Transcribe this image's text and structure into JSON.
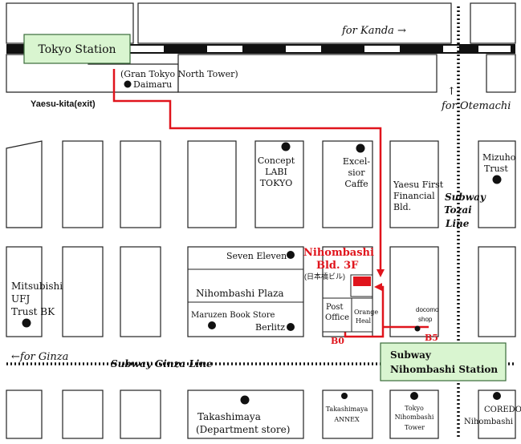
{
  "map": {
    "stations": {
      "tokyo": "Tokyo Station",
      "nihombashi_line1": "Subway",
      "nihombashi_line2": "Nihombashi Station"
    },
    "directions": {
      "kanda": "for Kanda →",
      "otemachi": "for Otemachi",
      "otemachi_arrow": "↑",
      "ginza": "←for Ginza"
    },
    "lines": {
      "tozai_1": "Subway",
      "tozai_2": "Tozai",
      "tozai_3": "Line",
      "ginza": "Subway Ginza  Line"
    },
    "exits": {
      "yaesu_kita": "Yaesu-kita(exit)",
      "b0": "B0",
      "b5": "B5"
    },
    "destination": {
      "name": "Nihombashi",
      "floor": "Bld. 3F",
      "japanese": "(日本橋ビル)"
    },
    "landmarks": {
      "gran_tokyo": "(Gran Tokyo North Tower)",
      "daimaru": "Daimaru",
      "concept_1": "Concept",
      "concept_2": "LABI",
      "concept_3": "TOKYO",
      "excel_1": "Excel-",
      "excel_2": "sior",
      "excel_3": "Caffe",
      "yaesu_1": "Yaesu First",
      "yaesu_2": "Financial",
      "yaesu_3": "Bld.",
      "mizuho_1": "Mizuho",
      "mizuho_2": "Trust",
      "seven": "Seven Eleven",
      "plaza": "Nihombashi Plaza",
      "maruzen": "Maruzen Book Store",
      "berlitz": "Berlitz",
      "mufj_1": "Mitsubishi",
      "mufj_2": "UFJ",
      "mufj_3": "Trust BK",
      "post_1": "Post",
      "post_2": "Office",
      "orange_1": "Orange",
      "orange_2": "Heal",
      "docomo_1": "docomo",
      "docomo_2": "shop",
      "taka_1": "Takashimaya",
      "taka_2": "(Department store)",
      "annex_1": "Takashimaya",
      "annex_2": "ANNEX",
      "tnt_1": "Tokyo",
      "tnt_2": "Nihombashi",
      "tnt_3": "Tower",
      "coredo_1": "COREDO",
      "coredo_2": "Nihombashi"
    },
    "colors": {
      "route": "#e0141c",
      "station_fill": "#d9f5d0",
      "station_border": "#3a6b3a",
      "destination_marker": "#e0141c"
    }
  }
}
